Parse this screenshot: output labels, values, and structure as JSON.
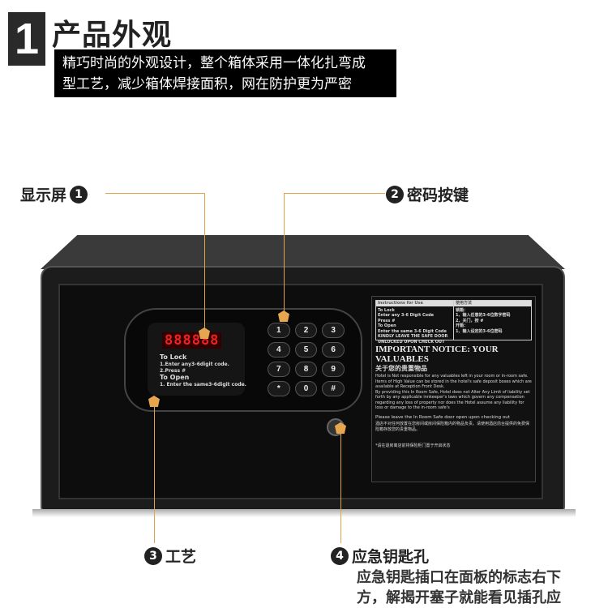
{
  "section": {
    "number": "1",
    "title": "产品外观",
    "description": [
      "精巧时尚的外观设计，整个箱体采用一体化扎弯成",
      "型工艺，减少箱体焊接面积，网在防护更为严密"
    ]
  },
  "callouts": [
    {
      "number": "1",
      "label": "显示屏"
    },
    {
      "number": "2",
      "label": "密码按键"
    },
    {
      "number": "3",
      "label": "工艺"
    },
    {
      "number": "4",
      "label": "应急钥匙孔",
      "description": [
        "应急钥匙插口在面板的标志右下",
        "方，解揭开塞子就能看见插孔应"
      ]
    }
  ],
  "colors": {
    "accent": "#e0a24c",
    "text": "#222222",
    "safe_body": "#1c1c1c",
    "led": "#ee2222"
  },
  "safe": {
    "display": {
      "led": "888888",
      "lines": [
        "To Lock",
        "1.Enter any3-6digit code.",
        "2.Press #",
        "To Open",
        "1. Enter the same3-6digit code."
      ]
    },
    "keys": [
      "1",
      "2",
      "3",
      "4",
      "5",
      "6",
      "7",
      "8",
      "9",
      "*",
      "0",
      "#"
    ],
    "notice": {
      "en_header": "Instructions for Use",
      "en_lines": [
        "To Lock",
        "Enter any 3-6 Digit Code",
        "Press #",
        "To Open",
        "Enter the same 3-6 Digit Code",
        "KINDLY LEAVE THE SAFE DOOR",
        "UNLOCKED UPON CHECK OUT"
      ],
      "cn_header": "使用方法",
      "cn_lines": [
        "锁箱：",
        "1、输入任意的3-6位数字密码",
        "2、关门，按 #",
        "开箱：",
        "1、输入设定的3-6位密码"
      ],
      "title": "IMPORTANT NOTICE: YOUR VALUABLES",
      "subtitle": "关于您的贵重物品",
      "para1": "Hotel is Not responsible for any valuables left in your room or in-room safe. Items of High Value can be stored in the hotel's safe deposit boxes which are available at Reception Front Desk.",
      "para2": "By providing this In Room Safe, Hotel does not Alter Any Limit of liability set forth by any applicable innkeeper's laws which govern any compensation regarding any loss of property nor does the Hotel assume any liability for loss or damage to the in-room safe's",
      "bullet": "Please leave the In Room Safe door open upon checking out",
      "cn_para": "酒店不对任何放置在您房间或房间保险箱内的物品负责。请使用酒店前台提供的免费保险箱存放您的贵重物品。",
      "footer": "*请在退房离店前将保险柜门置于开启状态"
    }
  }
}
